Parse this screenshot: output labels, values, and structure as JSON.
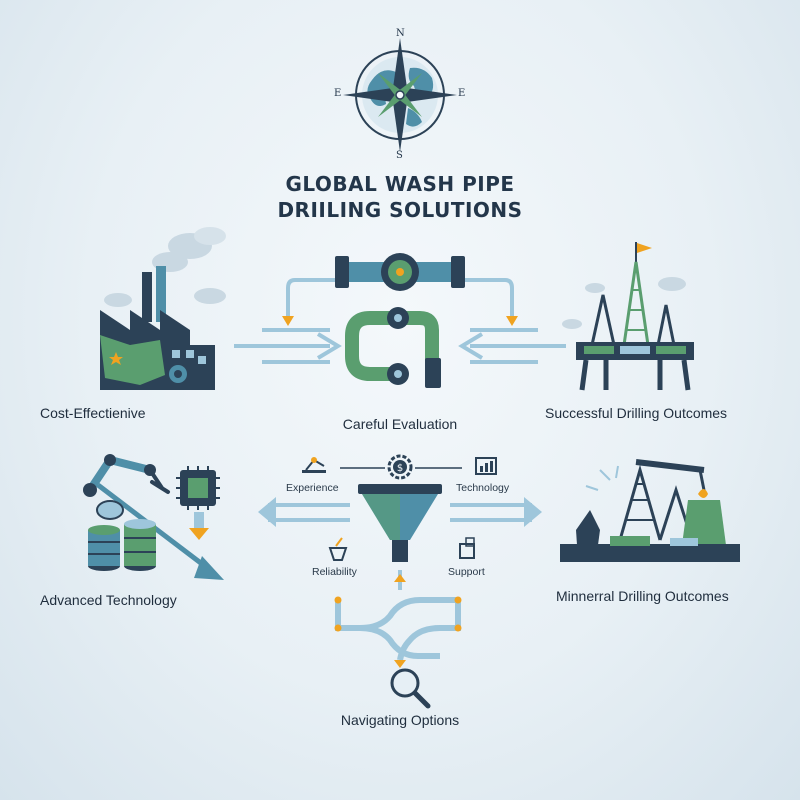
{
  "title": {
    "line1": "GLOBAL WASH PIPE",
    "line2": "DRIILING SOLUTIONS"
  },
  "compass": {
    "n": "N",
    "s": "S",
    "e_left": "E",
    "e_right": "E"
  },
  "labels": {
    "cost_effective": "Cost-Effectienive",
    "careful_evaluation": "Careful Evaluation",
    "successful_outcomes": "Successful Drilling Outcomes",
    "advanced_technology": "Advanced Technology",
    "mineral_outcomes": "Minnerral Drilling Outcomes",
    "experience": "Experience",
    "technology": "Technology",
    "reliability": "Reliability",
    "support": "Support",
    "navigating_options": "Navigating Options"
  },
  "colors": {
    "navy": "#2c4257",
    "teal": "#4f8fa8",
    "green": "#5a9e6f",
    "light_blue": "#9ec6db",
    "orange": "#f0a320"
  }
}
